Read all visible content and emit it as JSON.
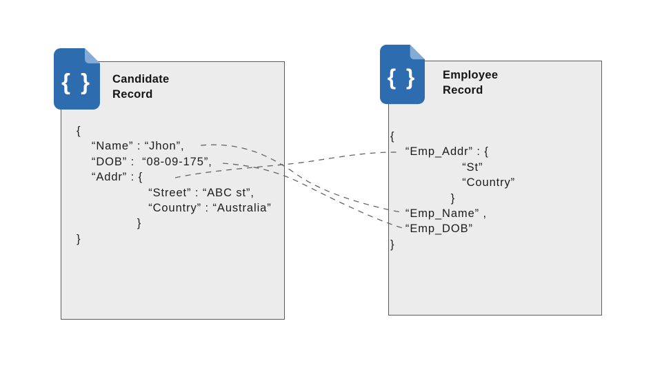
{
  "colors": {
    "icon_blue": "#2d6cae",
    "icon_fold": "#84aad6",
    "box_bg": "#ececec",
    "box_border": "#5a5a5a",
    "connector": "#636363",
    "text": "#1c1c1c"
  },
  "left_record": {
    "title_lines": [
      "Candidate",
      "Record"
    ],
    "icon": "json-file-icon",
    "icon_glyph": "{ }",
    "code_lines": [
      "{",
      "    “Name” : “Jhon”,",
      "    “DOB” :  “08-09-175”,",
      "    “Addr” : {",
      "                   “Street” : “ABC st”,",
      "                   “Country” : “Australia”",
      "                }",
      "}"
    ]
  },
  "right_record": {
    "title_lines": [
      "Employee",
      "Record"
    ],
    "icon": "json-file-icon",
    "icon_glyph": "{ }",
    "code_lines": [
      "{",
      "    “Emp_Addr” : {",
      "                   “St”",
      "                   “Country”",
      "                }",
      "    “Emp_Name” ,",
      "    “Emp_DOB”",
      "}"
    ]
  },
  "connectors": [
    {
      "from": "Name",
      "to": "Emp_Name"
    },
    {
      "from": "DOB",
      "to": "Emp_DOB"
    },
    {
      "from": "Addr",
      "to": "Emp_Addr"
    }
  ]
}
